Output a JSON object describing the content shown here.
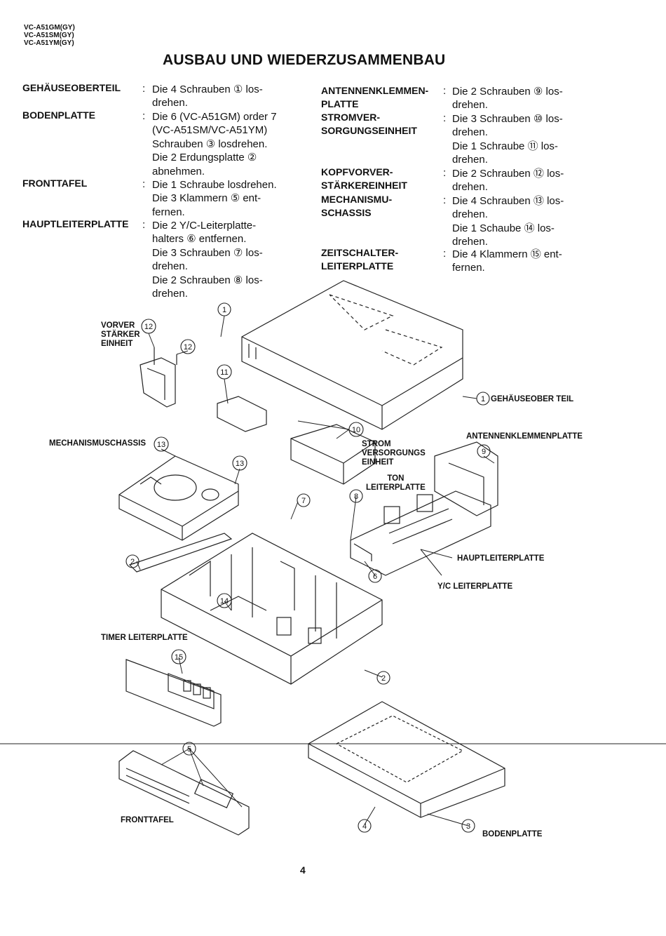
{
  "models": [
    "VC-A51GM(GY)",
    "VC-A51SM(GY)",
    "VC-A51YM(GY)"
  ],
  "title": "AUSBAU UND WIEDERZUSAMMENBAU",
  "left_column": [
    {
      "label": "GEHÄUSEOBERTEIL",
      "lines": [
        "Die 4 Schrauben ① los-",
        "drehen."
      ]
    },
    {
      "label": "BODENPLATTE",
      "lines": [
        "Die 6 (VC-A51GM) order 7",
        "(VC-A51SM/VC-A51YM)",
        "Schrauben ③ losdrehen.",
        "Die 2 Erdungsplatte ②",
        "abnehmen."
      ]
    },
    {
      "label": "FRONTTAFEL",
      "lines": [
        "Die 1 Schraube losdrehen.",
        "Die 3 Klammern ⑤ ent-",
        "fernen."
      ]
    },
    {
      "label": "HAUPTLEITERPLATTE",
      "lines": [
        "Die 2 Y/C-Leiterplatte-",
        "halters ⑥ entfernen.",
        "Die 3 Schrauben ⑦ los-",
        "drehen.",
        "Die 2 Schrauben ⑧ los-",
        "drehen."
      ]
    }
  ],
  "right_column": [
    {
      "label": [
        "ANTENNENKLEMMEN-",
        "PLATTE"
      ],
      "lines": [
        "Die 2 Schrauben ⑨ los-",
        "drehen."
      ]
    },
    {
      "label": [
        "STROMVER-",
        "SORGUNGSEINHEIT"
      ],
      "lines": [
        "Die 3 Schrauben ⑩ los-",
        "drehen.",
        "Die 1 Schraube ⑪ los-",
        "drehen."
      ]
    },
    {
      "label": [
        "KOPFVORVER-",
        "STÄRKEREINHEIT"
      ],
      "lines": [
        "Die 2 Schrauben ⑫ los-",
        "drehen."
      ]
    },
    {
      "label": [
        "MECHANISMU-",
        "SCHASSIS"
      ],
      "lines": [
        "Die 4 Schrauben ⑬ los-",
        "drehen.",
        "Die 1 Schaube ⑭ los-",
        "drehen."
      ]
    },
    {
      "label": [
        "ZEITSCHALTER-",
        "LEITERPLATTE"
      ],
      "lines": [
        "Die 4 Klammern ⑮ ent-",
        "fernen."
      ]
    }
  ],
  "callouts": {
    "vorverstaerker": "VORVER\nSTÄRKER\nEINHEIT",
    "gehaeuseoberteil": "GEHÄUSEOBER TEIL",
    "antennenklemmenplatte": "ANTENNENKLEMMENPLATTE",
    "mechanismuschassis": "MECHANISMUSCHASSIS",
    "stromversorgung": "STROM\nVERSORGUNGS\nEINHEIT",
    "ton_leiterplatte": "TON\nLEITERPLATTE",
    "hauptleiterplatte": "HAUPTLEITERPLATTE",
    "yc_leiterplatte": "Y/C LEITERPLATTE",
    "timer_leiterplatte": "TIMER LEITERPLATTE",
    "fronttafel": "FRONTTAFEL",
    "bodenplatte": "BODENPLATTE"
  },
  "part_numbers": [
    "1",
    "2",
    "3",
    "4",
    "5",
    "6",
    "7",
    "8",
    "9",
    "10",
    "11",
    "12",
    "13",
    "14",
    "15"
  ],
  "page_number": "4"
}
